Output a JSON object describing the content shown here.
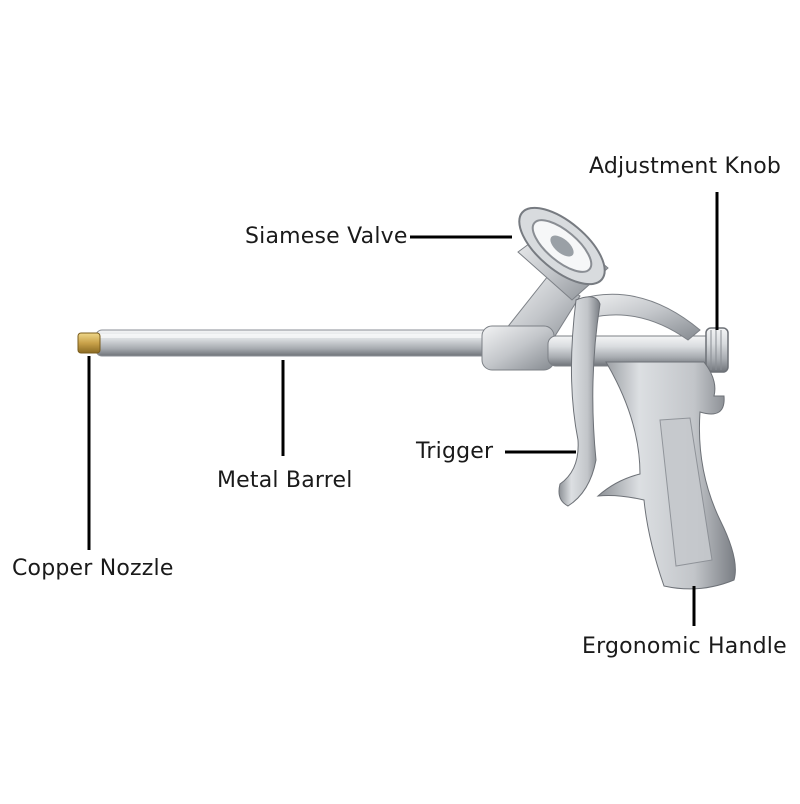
{
  "labels": {
    "adjustment_knob": "Adjustment Knob",
    "siamese_valve": "Siamese Valve",
    "metal_barrel": "Metal Barrel",
    "trigger": "Trigger",
    "copper_nozzle": "Copper Nozzle",
    "ergonomic_handle": "Ergonomic Handle"
  },
  "colors": {
    "background": "#ffffff",
    "metal_light": "#e4e6e8",
    "metal_mid": "#bcc0c4",
    "metal_dark": "#7c8086",
    "brass": "#c9a24a",
    "leader_line": "#000000"
  }
}
